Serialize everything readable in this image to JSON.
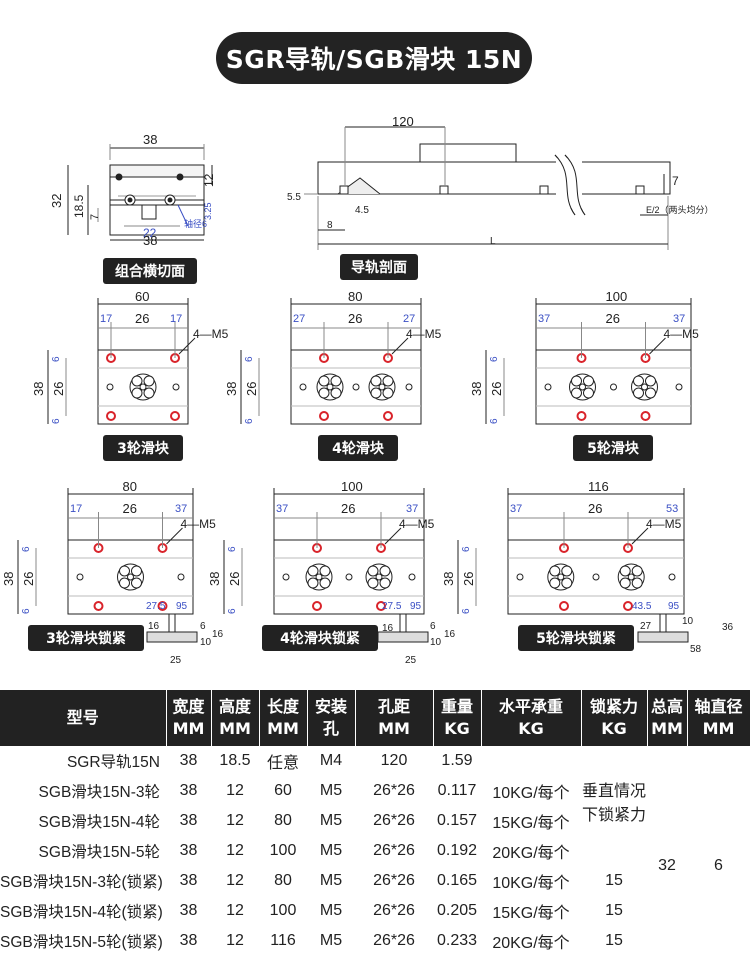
{
  "title": "SGR导轨/SGB滑块  15N",
  "captions": {
    "cross_section": "组合横切面",
    "rail_section": "导轨剖面",
    "slider3": "3轮滑块",
    "slider4": "4轮滑块",
    "slider5": "5轮滑块",
    "lock3": "3轮滑块锁紧",
    "lock4": "4轮滑块锁紧",
    "lock5": "5轮滑块锁紧"
  },
  "dims": {
    "cross": {
      "w38": "38",
      "h32": "32",
      "h18": "18.5",
      "h12": "12",
      "h7": "7",
      "w22": "22",
      "w38b": "38",
      "h325": "3.25",
      "axle": "轴径6"
    },
    "rail": {
      "l120": "120",
      "h7": "7",
      "h55": "5.5",
      "w45": "4.5",
      "w8": "8",
      "e2": "E/2（两头均分）",
      "L": "L"
    },
    "s3": {
      "w": "60",
      "a": "17",
      "b": "26",
      "c": "17",
      "m5": "4—M5",
      "h38": "38",
      "h26": "26",
      "h6a": "6",
      "h6b": "6"
    },
    "s4": {
      "w": "80",
      "a": "27",
      "b": "26",
      "c": "27",
      "m5": "4—M5",
      "h38": "38",
      "h26": "26",
      "h6a": "6",
      "h6b": "6"
    },
    "s5": {
      "w": "100",
      "a": "37",
      "b": "26",
      "c": "37",
      "m5": "4—M5",
      "h38": "38",
      "h26": "26",
      "h6a": "6",
      "h6b": "6"
    },
    "l3": {
      "w": "80",
      "a": "17",
      "b": "26",
      "c": "37",
      "m5": "4—M5",
      "h38": "38",
      "h26": "26",
      "h6a": "6",
      "h6b": "6",
      "k1": "27.5",
      "k2": "95",
      "knob16": "16",
      "knob6": "6",
      "knob10": "10",
      "knob16b": "16",
      "knob25": "25"
    },
    "l4": {
      "w": "100",
      "a": "37",
      "b": "26",
      "c": "37",
      "m5": "4—M5",
      "h38": "38",
      "h26": "26",
      "h6a": "6",
      "h6b": "6",
      "k1": "27.5",
      "k2": "95",
      "knob16": "16",
      "knob6": "6",
      "knob10": "10",
      "knob16b": "16",
      "knob25": "25"
    },
    "l5": {
      "w": "116",
      "a": "37",
      "b": "26",
      "c": "53",
      "m5": "4—M5",
      "h38": "38",
      "h26": "26",
      "h6a": "6",
      "h6b": "6",
      "k1": "43.5",
      "k2": "95",
      "lv27": "27",
      "lv10": "10",
      "lv36": "36",
      "lv58": "58"
    }
  },
  "table": {
    "headers": [
      [
        "型号"
      ],
      [
        "宽度",
        "MM"
      ],
      [
        "高度",
        "MM"
      ],
      [
        "长度",
        "MM"
      ],
      [
        "安装",
        "孔"
      ],
      [
        "孔距",
        "MM"
      ],
      [
        "重量",
        "KG"
      ],
      [
        "水平承重",
        "KG"
      ],
      [
        "锁紧力",
        "KG"
      ],
      [
        "总高",
        "MM"
      ],
      [
        "轴直径",
        "MM"
      ]
    ],
    "rows": [
      [
        "SGR导轨15N",
        "38",
        "18.5",
        "任意",
        "M4",
        "120",
        "1.59",
        ""
      ],
      [
        "SGB滑块15N-3轮",
        "38",
        "12",
        "60",
        "M5",
        "26*26",
        "0.117",
        "10KG/每个"
      ],
      [
        "SGB滑块15N-4轮",
        "38",
        "12",
        "80",
        "M5",
        "26*26",
        "0.157",
        "15KG/每个"
      ],
      [
        "SGB滑块15N-5轮",
        "38",
        "12",
        "100",
        "M5",
        "26*26",
        "0.192",
        "20KG/每个"
      ],
      [
        "SGB滑块15N-3轮(锁紧)",
        "38",
        "12",
        "80",
        "M5",
        "26*26",
        "0.165",
        "10KG/每个"
      ],
      [
        "SGB滑块15N-4轮(锁紧)",
        "38",
        "12",
        "100",
        "M5",
        "26*26",
        "0.205",
        "15KG/每个"
      ],
      [
        "SGB滑块15N-5轮(锁紧)",
        "38",
        "12",
        "116",
        "M5",
        "26*26",
        "0.233",
        "20KG/每个"
      ]
    ],
    "lock_note": "垂直情况下锁紧力",
    "lock_values": [
      "15",
      "15",
      "15"
    ],
    "total_height": "32",
    "axle_diameter": "6"
  }
}
